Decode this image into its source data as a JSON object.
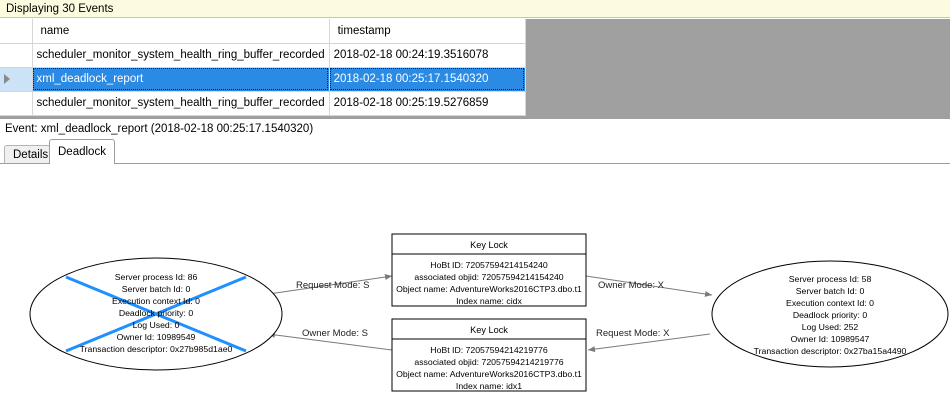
{
  "banner": {
    "text": "Displaying 30 Events"
  },
  "grid": {
    "columns": [
      "",
      "name",
      "timestamp"
    ],
    "rows": [
      {
        "indicator": "",
        "name": "scheduler_monitor_system_health_ring_buffer_recorded",
        "timestamp": "2018-02-18 00:24:19.3516078",
        "selected": false
      },
      {
        "indicator": "row-selector-arrow",
        "name": "xml_deadlock_report",
        "timestamp": "2018-02-18 00:25:17.1540320",
        "selected": true
      },
      {
        "indicator": "",
        "name": "scheduler_monitor_system_health_ring_buffer_recorded",
        "timestamp": "2018-02-18 00:25:19.5276859",
        "selected": false
      }
    ],
    "selection_color": "#2a8ae4",
    "empty_area_color": "#a0a0a0"
  },
  "event_header": {
    "text": "Event: xml_deadlock_report (2018-02-18 00:25:17.1540320)"
  },
  "tabs": [
    {
      "label": "Details",
      "active": false
    },
    {
      "label": "Deadlock",
      "active": true
    }
  ],
  "deadlock_graph": {
    "victim_marker_color": "#1e90ff",
    "nodes": {
      "process_left": {
        "is_victim": true,
        "lines": [
          "Server process Id: 86",
          "Server batch Id: 0",
          "Execution context Id: 0",
          "Deadlock priority: 0",
          "Log Used: 0",
          "Owner Id: 10989549",
          "Transaction descriptor: 0x27b985d1ae0"
        ]
      },
      "process_right": {
        "is_victim": false,
        "lines": [
          "Server process Id: 58",
          "Server batch Id: 0",
          "Execution context Id: 0",
          "Deadlock priority: 0",
          "Log Used: 252",
          "Owner Id: 10989547",
          "Transaction descriptor: 0x27ba15a4490"
        ]
      },
      "resource_top": {
        "title": "Key Lock",
        "lines": [
          "HoBt ID: 72057594214154240",
          "associated objid: 72057594214154240",
          "Object name: AdventureWorks2016CTP3.dbo.t1",
          "Index name: cidx"
        ]
      },
      "resource_bottom": {
        "title": "Key Lock",
        "lines": [
          "HoBt ID: 72057594214219776",
          "associated objid: 72057594214219776",
          "Object name: AdventureWorks2016CTP3.dbo.t1",
          "Index name: idx1"
        ]
      }
    },
    "edges": [
      {
        "id": "left-to-top",
        "label": "Request Mode: S"
      },
      {
        "id": "top-to-right",
        "label": "Owner Mode: X"
      },
      {
        "id": "bottom-to-left",
        "label": "Owner Mode: S"
      },
      {
        "id": "right-to-bottom",
        "label": "Request Mode: X"
      }
    ]
  }
}
